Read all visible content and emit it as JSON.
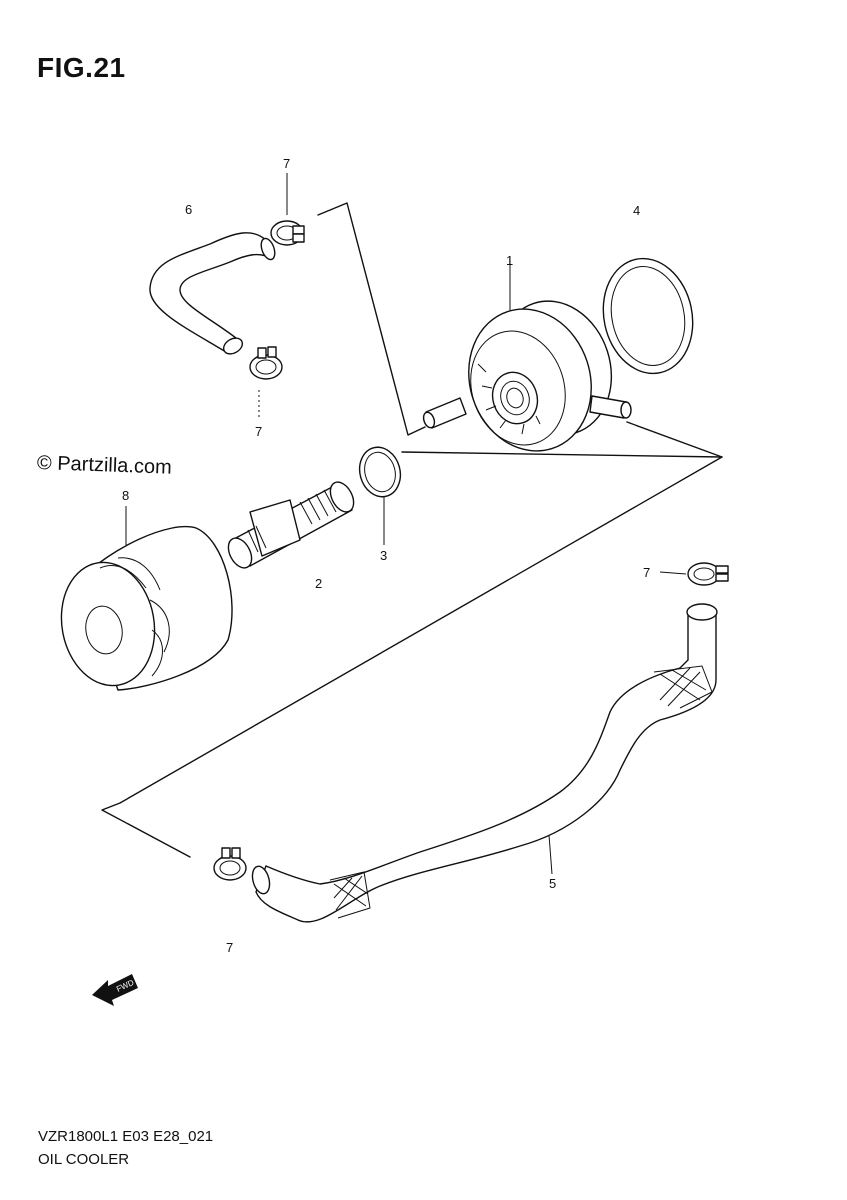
{
  "figure": {
    "title": "FIG.21"
  },
  "watermark": "© Partzilla.com",
  "footer": {
    "code": "VZR1800L1 E03 E28_021",
    "name": "OIL COOLER"
  },
  "callouts": {
    "c1": "1",
    "c2": "2",
    "c3": "3",
    "c4": "4",
    "c5": "5",
    "c6": "6",
    "c7a": "7",
    "c7b": "7",
    "c7c": "7",
    "c7d": "7",
    "c8": "8"
  },
  "fwd_label": "FWD",
  "icons": [
    "fwd-arrow-icon"
  ]
}
